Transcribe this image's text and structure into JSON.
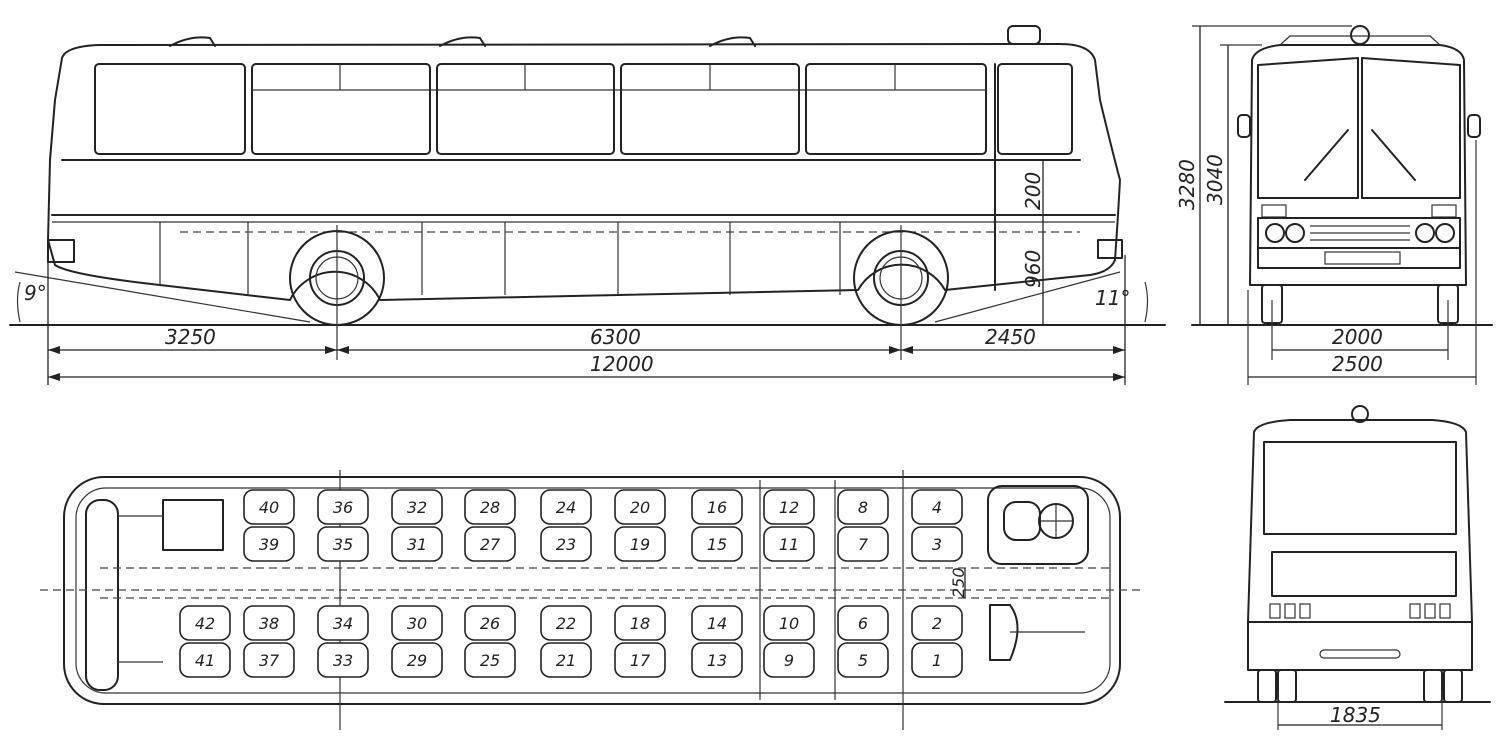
{
  "side_view": {
    "dimensions": {
      "front_overhang": "3250",
      "wheelbase": "6300",
      "rear_overhang": "2450",
      "overall_length": "12000",
      "floor_step": "200",
      "floor_height": "960",
      "approach_angle": "9°",
      "departure_angle": "11°"
    }
  },
  "front_view": {
    "dimensions": {
      "overall_height": "3280",
      "body_height": "3040",
      "track_width": "2000",
      "overall_width": "2500"
    }
  },
  "rear_view": {
    "dimensions": {
      "rear_track": "1835"
    }
  },
  "plan_view": {
    "aisle_width": "250",
    "seats": [
      "1",
      "2",
      "3",
      "4",
      "5",
      "6",
      "7",
      "8",
      "9",
      "10",
      "11",
      "12",
      "13",
      "14",
      "15",
      "16",
      "17",
      "18",
      "19",
      "20",
      "21",
      "22",
      "23",
      "24",
      "25",
      "26",
      "27",
      "28",
      "29",
      "30",
      "31",
      "32",
      "33",
      "34",
      "35",
      "36",
      "37",
      "38",
      "39",
      "40",
      "41",
      "42"
    ]
  }
}
